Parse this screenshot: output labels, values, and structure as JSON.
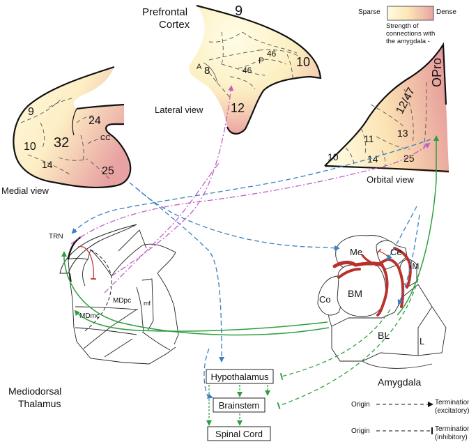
{
  "legend": {
    "sparse": "Sparse",
    "dense": "Dense",
    "caption_line1": "Strength of",
    "caption_line2": "connections with",
    "caption_line3": "the amygdala -",
    "gradient_start": "#fdf7c8",
    "gradient_end": "#e8a0a0"
  },
  "prefrontal": {
    "title_line1": "Prefrontal",
    "title_line2": "Cortex",
    "lateral_view": "Lateral view",
    "medial_view": "Medial view",
    "orbital_view": "Orbital view",
    "lateral_areas": {
      "a9": "9",
      "a": "A",
      "a8": "8",
      "p": "P",
      "a46_top": "46",
      "a46_bottom": "46",
      "a10": "10",
      "a12": "12"
    },
    "medial_areas": {
      "a9": "9",
      "a24": "24",
      "cc": "CC",
      "a10": "10",
      "a32": "32",
      "a14": "14",
      "a25": "25"
    },
    "orbital_areas": {
      "a12_47": "12/47",
      "opro": "OPro",
      "a11": "11",
      "a13": "13",
      "a10": "10",
      "a14": "14",
      "a25": "25"
    }
  },
  "thalamus": {
    "trn": "TRN",
    "mdpc": "MDpc",
    "mdmc": "MDmc",
    "mf": "mf",
    "title_line1": "Mediodorsal",
    "title_line2": "Thalamus"
  },
  "amygdala": {
    "me": "Me",
    "ce": "Ce",
    "im": "IM",
    "co": "Co",
    "bm": "BM",
    "bl": "BL",
    "l": "L",
    "title": "Amygdala"
  },
  "outputs": {
    "hypothalamus": "Hypothalamus",
    "brainstem": "Brainstem",
    "spinal_cord": "Spinal Cord"
  },
  "key": {
    "origin_excitatory": "Origin",
    "termination_excitatory_line1": "Termination",
    "termination_excitatory_line2": "(excitatory)",
    "origin_inhibitory": "Origin",
    "termination_inhibitory_line1": "Termination",
    "termination_inhibitory_line2": "(inhibitory)"
  },
  "colors": {
    "blue": "#3a7fc4",
    "green": "#2e9e3e",
    "magenta": "#c05fc8",
    "red": "#c23a36",
    "amyg_red": "#b8322c"
  }
}
